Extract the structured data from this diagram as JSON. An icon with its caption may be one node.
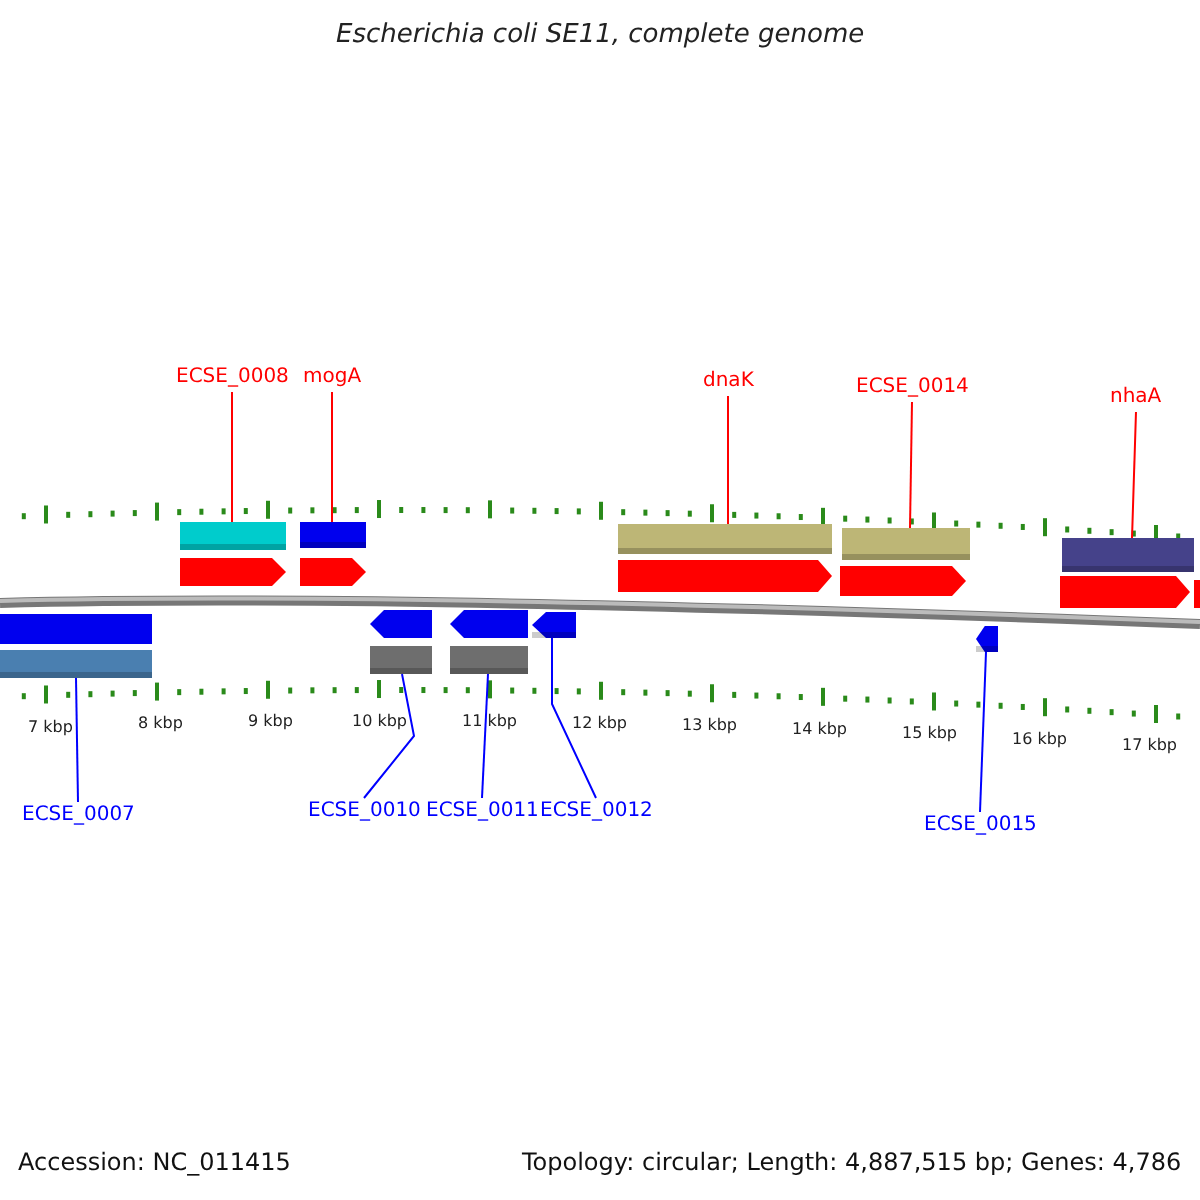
{
  "diagram": {
    "title": "Escherichia coli SE11, complete genome",
    "nodes": [
      {
        "text": [
          "ECSE_0008"
        ]
      },
      {
        "text": [
          "mogA"
        ]
      },
      {
        "text": [
          "dnaK"
        ]
      },
      {
        "text": [
          "ECSE_0014"
        ]
      },
      {
        "text": [
          "nhaA"
        ]
      },
      {
        "text": [
          "ECSE_0007"
        ]
      },
      {
        "text": [
          "ECSE_0010"
        ]
      },
      {
        "text": [
          "ECSE_0011"
        ]
      },
      {
        "text": [
          "ECSE_0012"
        ]
      },
      {
        "text": [
          "ECSE_0015"
        ]
      },
      {
        "text": [],
        "shape": "bar"
      },
      {
        "text": [],
        "shape": "bar"
      },
      {
        "text": [],
        "shape": "bar"
      },
      {
        "text": [],
        "shape": "bar"
      },
      {
        "text": [],
        "shape": "bar"
      },
      {
        "text": [],
        "shape": "bar"
      },
      {
        "text": [],
        "shape": "bar"
      },
      {
        "text": [],
        "shape": "bar"
      },
      {
        "text": [],
        "shape": "arrow"
      },
      {
        "text": [],
        "shape": "arrow"
      }
    ],
    "edges": [
      {
        "from": 0,
        "to": 10,
        "arrow": "none",
        "color": "#ff0000"
      },
      {
        "from": 1,
        "to": 11,
        "arrow": "none",
        "color": "#ff0000"
      },
      {
        "from": 2,
        "to": 12,
        "arrow": "none",
        "color": "#ff0000"
      },
      {
        "from": 3,
        "to": 13,
        "arrow": "none",
        "color": "#ff0000"
      },
      {
        "from": 4,
        "to": 14,
        "arrow": "none",
        "color": "#ff0000"
      },
      {
        "from": 5,
        "to": 15,
        "arrow": "none",
        "color": "#0000ff"
      },
      {
        "from": 6,
        "to": 16,
        "arrow": "none",
        "color": "#0000ff"
      },
      {
        "from": 7,
        "to": 17,
        "arrow": "none",
        "color": "#0000ff"
      },
      {
        "from": 8,
        "to": 18,
        "arrow": "none",
        "color": "#0000ff"
      },
      {
        "from": 9,
        "to": 19,
        "arrow": "none",
        "color": "#0000ff"
      }
    ],
    "labels": [
      "7 kbp",
      "8 kbp",
      "9 kbp",
      "10 kbp",
      "11 kbp",
      "12 kbp",
      "13 kbp",
      "14 kbp",
      "15 kbp",
      "16 kbp",
      "17 kbp",
      "Accession: NC_011415",
      "Topology: circular; Length: 4,887,515 bp; Genes: 4,786"
    ]
  }
}
